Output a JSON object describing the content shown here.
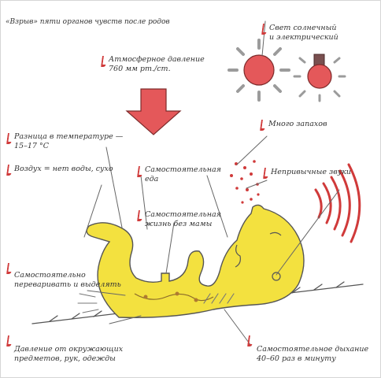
{
  "title": "«Взрыв» пяти органов чувств после родов",
  "colors": {
    "accent_red": "#d03a3a",
    "body_yellow": "#f3e13f",
    "ink": "#333333"
  },
  "labels": {
    "light": [
      "Свет солнечный",
      "и электрический"
    ],
    "pressure": [
      "Атмосферное давление",
      "760 мм рт./ст."
    ],
    "smells": "Много запахов",
    "temperature": [
      "Разница в температуре —",
      "15–17 °С"
    ],
    "air": "Воздух = нет воды, сухо",
    "eat": [
      "Самостоятельная",
      "еда"
    ],
    "sounds": "Непривычные звуки",
    "life": [
      "Самостоятельная",
      "жизнь без мамы"
    ],
    "turn": [
      "Самостоятельно",
      "переваривать и выделять"
    ],
    "contact": [
      "Давление от окружающих",
      "предметов, рук, одежды"
    ],
    "breath": [
      "Самостоятельное дыхание",
      "40–60 раз в минуту"
    ]
  }
}
